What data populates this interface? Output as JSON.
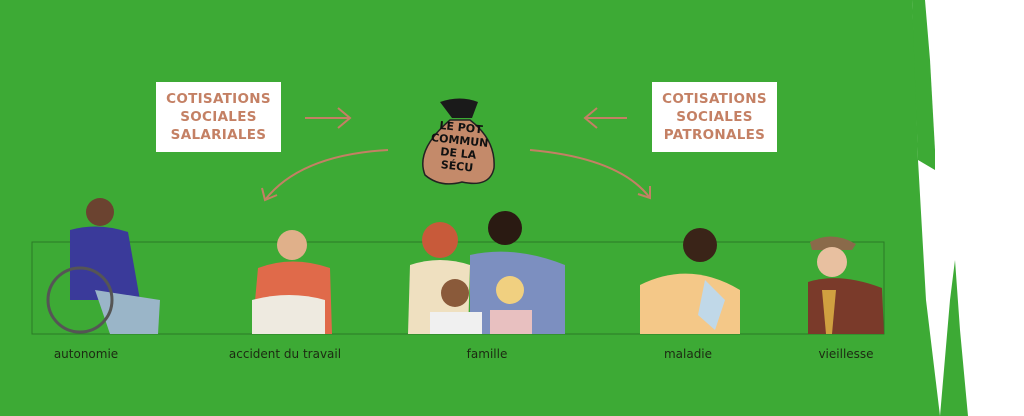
{
  "boxes": {
    "left": {
      "line1": "COTISATIONS",
      "line2": "SOCIALES",
      "line3": "SALARIALES"
    },
    "right": {
      "line1": "COTISATIONS",
      "line2": "SOCIALES",
      "line3": "PATRONALES"
    }
  },
  "bag": {
    "line1": "LE POT",
    "line2": "COMMUN",
    "line3": "DE LA SÉCU"
  },
  "branches": [
    "autonomie",
    "accident du travail",
    "famille",
    "maladie",
    "vieillesse"
  ],
  "colors": {
    "background": "#3daa35",
    "accent": "#c48064"
  }
}
